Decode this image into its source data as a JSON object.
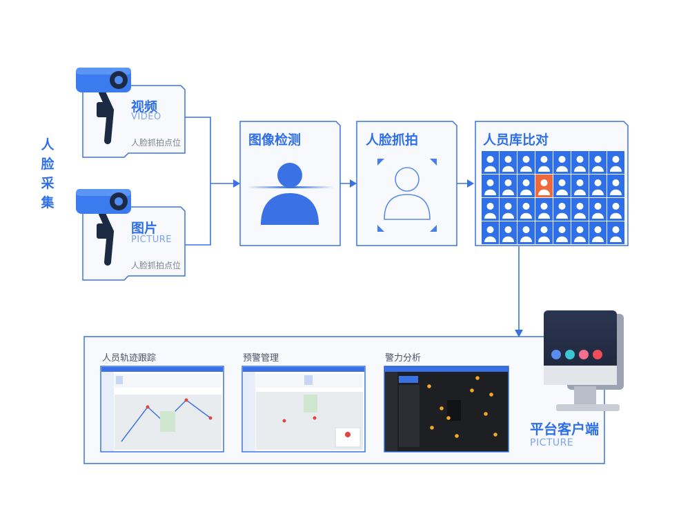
{
  "side_label": "人脸采集",
  "sources": [
    {
      "title": "视频",
      "subtitle": "VIDEO",
      "caption": "人脸抓拍点位"
    },
    {
      "title": "图片",
      "subtitle": "PICTURE",
      "caption": "人脸抓拍点位"
    }
  ],
  "steps": [
    {
      "title": "图像检测"
    },
    {
      "title": "人脸抓拍"
    },
    {
      "title": "人员库比对"
    }
  ],
  "platform": {
    "title": "平台客户端",
    "subtitle": "PICTURE",
    "screenshots": [
      {
        "label": "人员轨迹跟踪"
      },
      {
        "label": "预警管理"
      },
      {
        "label": "警力分析"
      }
    ]
  },
  "colors": {
    "accent": "#2f6fe8",
    "highlight": "#ee6a3c",
    "border": "#3a72e6"
  }
}
